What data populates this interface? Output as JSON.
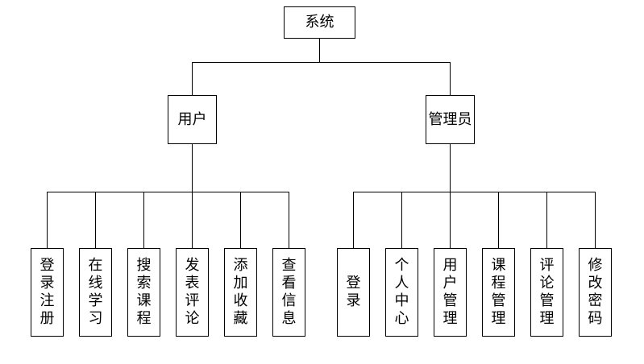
{
  "root": {
    "label": "系统"
  },
  "groups": [
    {
      "label": "用户",
      "children": [
        "登录注册",
        "在线学习",
        "搜索课程",
        "发表评论",
        "添加收藏",
        "查看信息"
      ]
    },
    {
      "label": "管理员",
      "children": [
        "登录",
        "个人中心",
        "用户管理",
        "课程管理",
        "评论管理",
        "修改密码"
      ]
    }
  ],
  "colors": {
    "stroke": "#000000",
    "fill": "#ffffff",
    "text": "#000000"
  }
}
